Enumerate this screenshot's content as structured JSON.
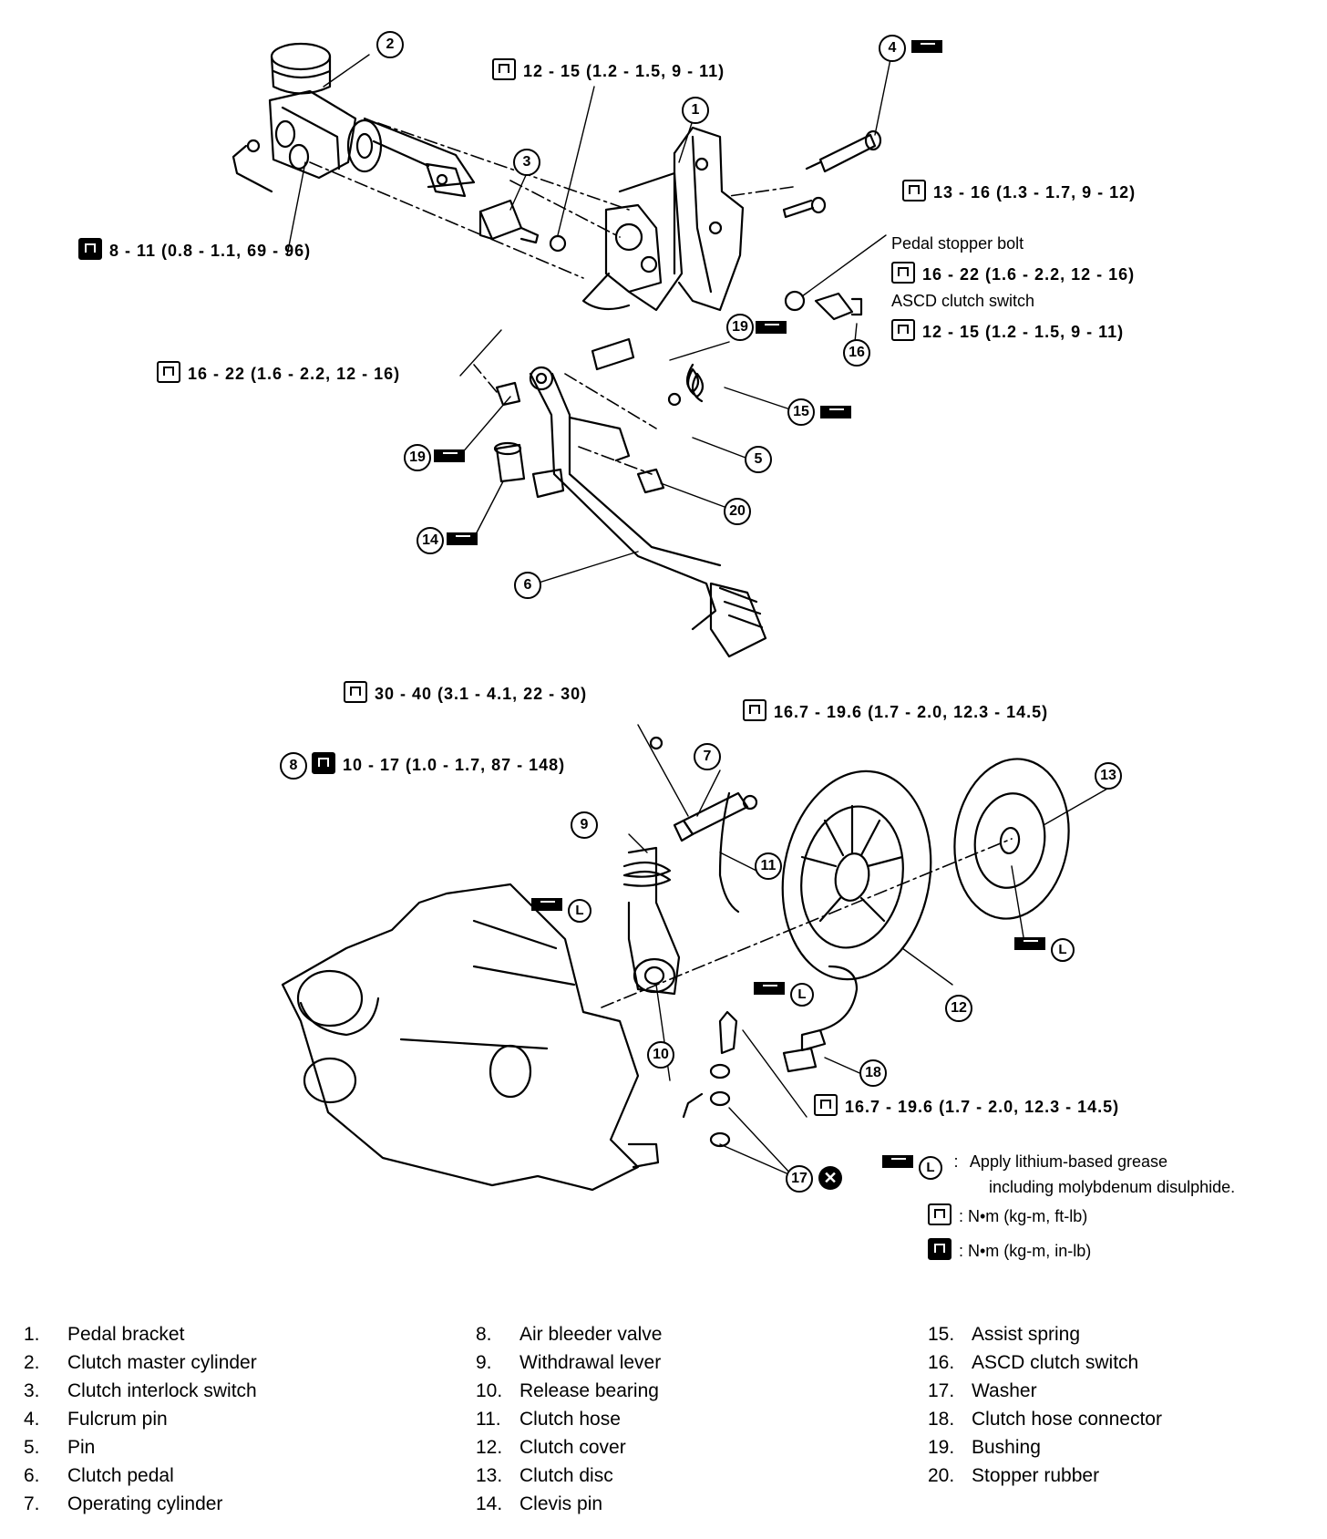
{
  "torque_labels": {
    "t1": "12 - 15 (1.2 - 1.5, 9 - 11)",
    "t2": "13 - 16 (1.3 - 1.7, 9 - 12)",
    "t3": "8 - 11 (0.8 - 1.1, 69 - 96)",
    "t4_title": "Pedal stopper bolt",
    "t4": "16 - 22 (1.6 - 2.2, 12 - 16)",
    "t5_title": "ASCD clutch switch",
    "t5": "12 - 15 (1.2 - 1.5, 9 - 11)",
    "t6": "16 - 22 (1.6 - 2.2, 12 - 16)",
    "t7": "30 - 40 (3.1 - 4.1, 22 - 30)",
    "t8": "16.7 - 19.6 (1.7 - 2.0, 12.3 - 14.5)",
    "t9": "10 - 17 (1.0 - 1.7, 87 - 148)",
    "t10": "16.7 - 19.6 (1.7 - 2.0, 12.3 - 14.5)"
  },
  "callouts": [
    "1",
    "2",
    "3",
    "4",
    "5",
    "6",
    "7",
    "8",
    "9",
    "10",
    "11",
    "12",
    "13",
    "14",
    "15",
    "16",
    "17",
    "18",
    "19",
    "20"
  ],
  "legend": {
    "grease_mark": "L",
    "grease_sep": ":",
    "grease_line1": "Apply lithium-based grease",
    "grease_line2": "including molybdenum disulphide.",
    "nm_ftlb": ": N•m (kg-m, ft-lb)",
    "nm_inlb": ": N•m (kg-m, in-lb)",
    "replace_mark": "✕"
  },
  "parts": [
    {
      "num": "1.",
      "name": "Pedal bracket"
    },
    {
      "num": "2.",
      "name": "Clutch master cylinder"
    },
    {
      "num": "3.",
      "name": "Clutch interlock switch"
    },
    {
      "num": "4.",
      "name": "Fulcrum pin"
    },
    {
      "num": "5.",
      "name": "Pin"
    },
    {
      "num": "6.",
      "name": "Clutch pedal"
    },
    {
      "num": "7.",
      "name": "Operating cylinder"
    },
    {
      "num": "8.",
      "name": "Air bleeder valve"
    },
    {
      "num": "9.",
      "name": "Withdrawal lever"
    },
    {
      "num": "10.",
      "name": "Release bearing"
    },
    {
      "num": "11.",
      "name": "Clutch hose"
    },
    {
      "num": "12.",
      "name": "Clutch cover"
    },
    {
      "num": "13.",
      "name": "Clutch disc"
    },
    {
      "num": "14.",
      "name": "Clevis pin"
    },
    {
      "num": "15.",
      "name": "Assist spring"
    },
    {
      "num": "16.",
      "name": "ASCD clutch switch"
    },
    {
      "num": "17.",
      "name": "Washer"
    },
    {
      "num": "18.",
      "name": "Clutch hose connector"
    },
    {
      "num": "19.",
      "name": "Bushing"
    },
    {
      "num": "20.",
      "name": "Stopper rubber"
    }
  ]
}
